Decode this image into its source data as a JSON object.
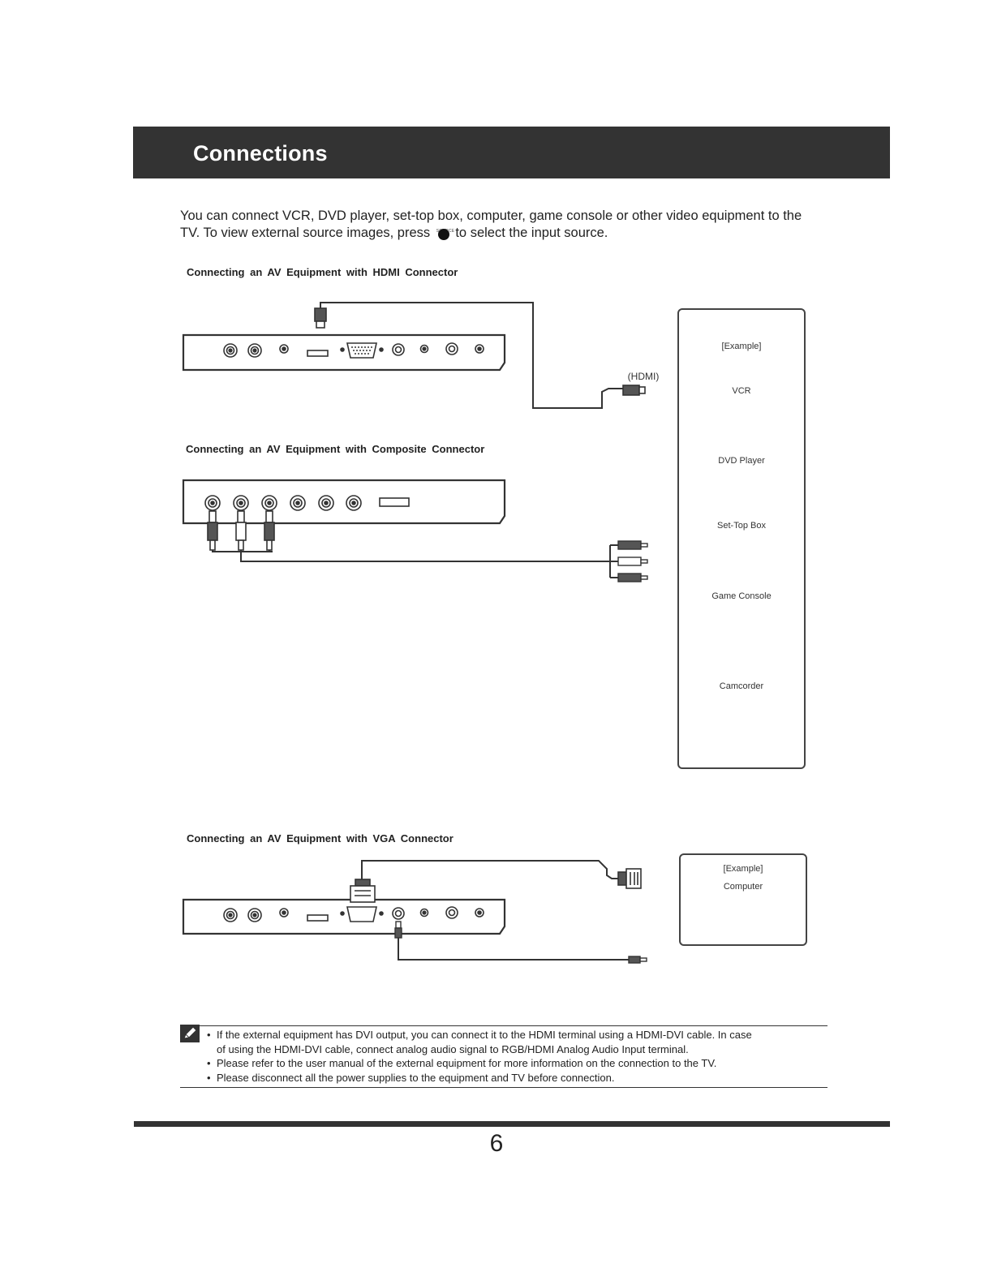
{
  "header": {
    "title": "Connections"
  },
  "intro": {
    "line1": "You can connect VCR, DVD player, set-top box, computer, game console or other video equipment to the",
    "line2_before": "TV.  To view external source images, press",
    "source_button_label": "SOURCE",
    "line2_after": "to select the input source."
  },
  "sections": {
    "hdmi": {
      "title": "Connecting  an  AV  Equipment  with  HDMI  Connector",
      "cable_label": "(HDMI)"
    },
    "composite": {
      "title": "Connecting  an  AV  Equipment  with  Composite  Connector"
    },
    "vga": {
      "title": "Connecting  an  AV  Equipment  with VGA Connector"
    }
  },
  "devices_panel": {
    "example_label": "[Example]",
    "devices": [
      "VCR",
      "DVD Player",
      "Set-Top Box",
      "Game Console",
      "Camcorder"
    ]
  },
  "computer_panel": {
    "example_label": "[Example]",
    "device": "Computer"
  },
  "notes": {
    "icon": "pencil-note-icon",
    "items": [
      "If the external equipment has DVI output, you can connect it to the HDMI terminal using a HDMI-DVI cable.  In case",
      "of using the HDMI-DVI cable, connect analog audio signal to RGB/HDMI Analog Audio Input terminal.",
      "Please refer to the user manual of the external equipment for more information on the connection to the TV.",
      "Please disconnect all the power supplies to the equipment and TV before connection."
    ]
  },
  "footer": {
    "page_number": "6"
  }
}
